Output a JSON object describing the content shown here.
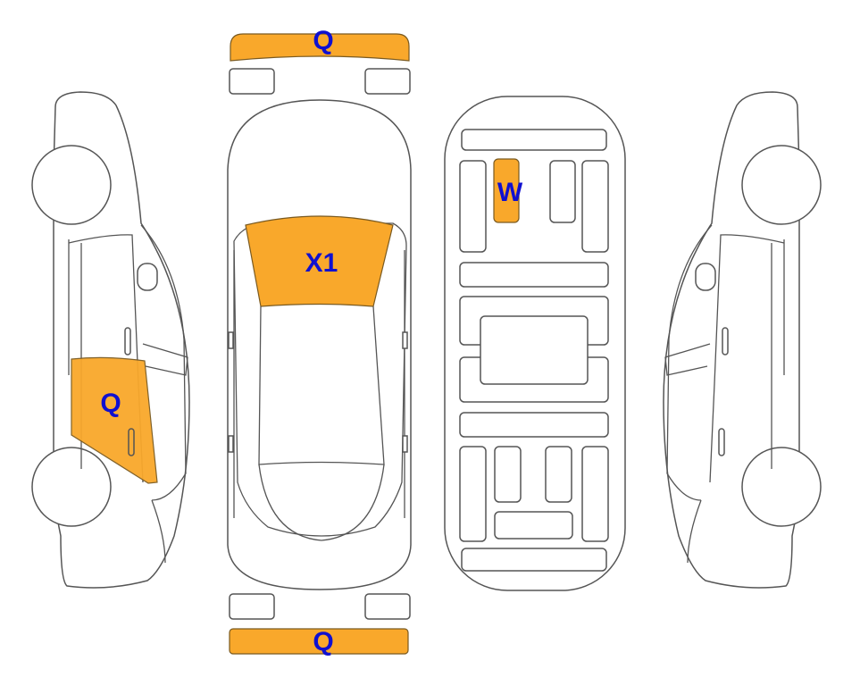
{
  "colors": {
    "damage": "#F9A82B",
    "label": "#1010d0",
    "outline": "#555555"
  },
  "views": [
    {
      "id": "front-bumper",
      "label": "Q",
      "damaged": true
    },
    {
      "id": "windshield",
      "label": "X1",
      "damaged": true
    },
    {
      "id": "underbody-panel",
      "label": "W",
      "damaged": true
    },
    {
      "id": "left-rear-door",
      "label": "Q",
      "damaged": true
    },
    {
      "id": "rear-bumper",
      "label": "Q",
      "damaged": true
    }
  ]
}
